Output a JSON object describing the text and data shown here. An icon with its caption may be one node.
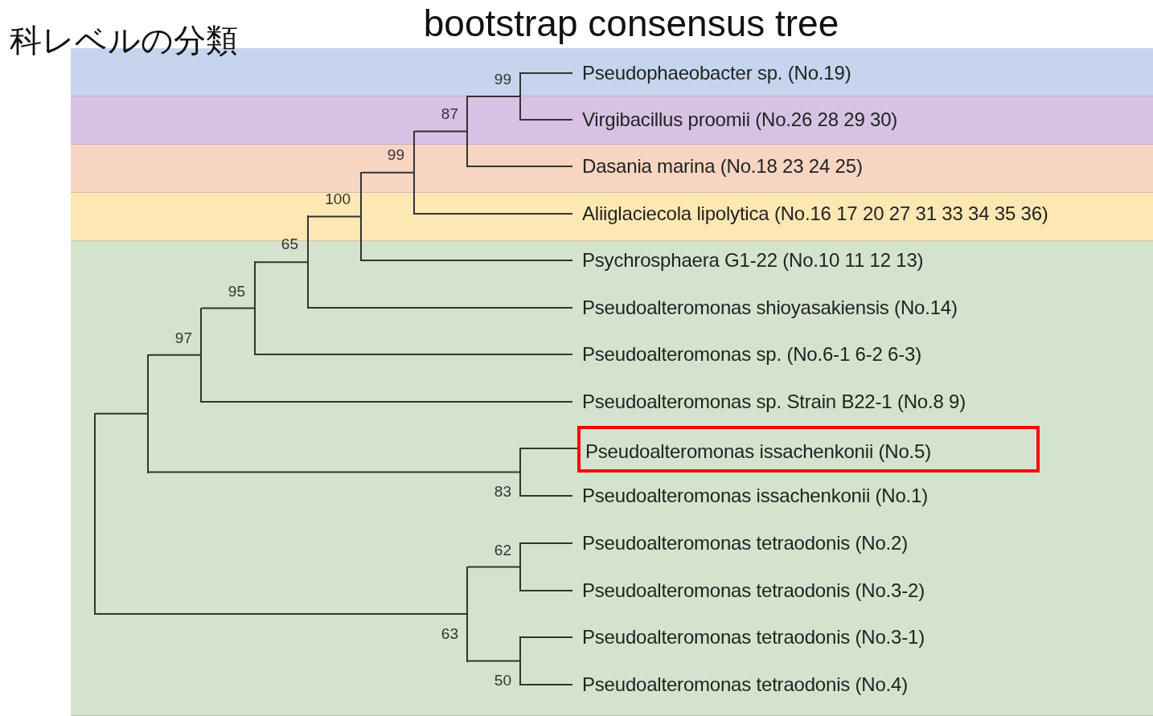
{
  "diagram": {
    "title": "bootstrap consensus tree",
    "nodes": [
      {
        "text": [],
        "shape": "band"
      },
      {
        "text": [],
        "shape": "band"
      },
      {
        "text": [],
        "shape": "band"
      },
      {
        "text": [],
        "shape": "band"
      },
      {
        "text": [],
        "shape": "band"
      },
      {
        "text": [],
        "shape": "box",
        "in": 4
      },
      {
        "text": [
          "Pseudophaeobacter sp. (No.19)"
        ],
        "in": 0
      },
      {
        "text": [
          "Virgibacillus proomii (No.26 28 29 30)"
        ],
        "in": 1
      },
      {
        "text": [
          "Dasania marina (No.18 23 24 25)"
        ],
        "in": 2
      },
      {
        "text": [
          "Aliiglaciecola lipolytica (No.16 17 20 27 31 33 34 35 36)"
        ],
        "in": 3
      },
      {
        "text": [
          "Psychrosphaera G1-22 (No.10 11 12 13)"
        ],
        "in": 4
      },
      {
        "text": [
          "Pseudoalteromonas shioyasakiensis (No.14)"
        ],
        "in": 4
      },
      {
        "text": [
          "Pseudoalteromonas sp. (No.6-1 6-2 6-3)"
        ],
        "in": 4
      },
      {
        "text": [
          "Pseudoalteromonas sp. Strain B22-1 (No.8 9)"
        ],
        "in": 4
      },
      {
        "text": [
          "Pseudoalteromonas issachenkonii (No.5)"
        ],
        "in": 5
      },
      {
        "text": [
          "Pseudoalteromonas issachenkonii (No.1)"
        ],
        "in": 4
      },
      {
        "text": [
          "Pseudoalteromonas tetraodonis (No.2)"
        ],
        "in": 4
      },
      {
        "text": [
          "Pseudoalteromonas tetraodonis (No.3-2)"
        ],
        "in": 4
      },
      {
        "text": [
          "Pseudoalteromonas tetraodonis (No.3-1)"
        ],
        "in": 4
      },
      {
        "text": [
          "Pseudoalteromonas tetraodonis (No.4)"
        ],
        "in": 4
      },
      {
        "text": [],
        "shape": "bar",
        "beside": [
          "99"
        ]
      },
      {
        "text": [],
        "shape": "bar",
        "beside": [
          "87"
        ]
      },
      {
        "text": [],
        "shape": "bar",
        "beside": [
          "99"
        ]
      },
      {
        "text": [],
        "shape": "bar",
        "beside": [
          "100"
        ]
      },
      {
        "text": [],
        "shape": "bar",
        "beside": [
          "65"
        ]
      },
      {
        "text": [],
        "shape": "bar",
        "beside": [
          "95"
        ],
        "in": 4
      },
      {
        "text": [],
        "shape": "bar",
        "beside": [
          "97"
        ],
        "in": 4
      },
      {
        "text": [],
        "shape": "bar",
        "beside": [
          "83"
        ],
        "in": 4
      },
      {
        "text": [],
        "shape": "bar",
        "in": 4
      },
      {
        "text": [],
        "shape": "bar",
        "beside": [
          "62"
        ],
        "in": 4
      },
      {
        "text": [],
        "shape": "bar",
        "beside": [
          "50"
        ],
        "in": 4
      },
      {
        "text": [],
        "shape": "bar",
        "beside": [
          "63"
        ],
        "in": 4
      },
      {
        "text": [],
        "shape": "bar",
        "in": 4
      }
    ],
    "edges": [
      {
        "from": 20,
        "to": 6,
        "arrow": "none"
      },
      {
        "from": 20,
        "to": 7,
        "arrow": "none"
      },
      {
        "from": 21,
        "to": 20,
        "arrow": "none"
      },
      {
        "from": 21,
        "to": 8,
        "arrow": "none"
      },
      {
        "from": 22,
        "to": 21,
        "arrow": "none"
      },
      {
        "from": 22,
        "to": 9,
        "arrow": "none"
      },
      {
        "from": 23,
        "to": 22,
        "arrow": "none"
      },
      {
        "from": 23,
        "to": 10,
        "arrow": "none"
      },
      {
        "from": 24,
        "to": 23,
        "arrow": "none"
      },
      {
        "from": 24,
        "to": 11,
        "arrow": "none"
      },
      {
        "from": 25,
        "to": 24,
        "arrow": "none"
      },
      {
        "from": 25,
        "to": 12,
        "arrow": "none"
      },
      {
        "from": 26,
        "to": 25,
        "arrow": "none"
      },
      {
        "from": 26,
        "to": 13,
        "arrow": "none"
      },
      {
        "from": 27,
        "to": 14,
        "arrow": "none"
      },
      {
        "from": 27,
        "to": 15,
        "arrow": "none"
      },
      {
        "from": 32,
        "to": 26,
        "arrow": "none"
      },
      {
        "from": 32,
        "to": 27,
        "arrow": "none"
      },
      {
        "from": 29,
        "to": 16,
        "arrow": "none"
      },
      {
        "from": 29,
        "to": 17,
        "arrow": "none"
      },
      {
        "from": 30,
        "to": 18,
        "arrow": "none"
      },
      {
        "from": 30,
        "to": 19,
        "arrow": "none"
      },
      {
        "from": 31,
        "to": 29,
        "arrow": "none"
      },
      {
        "from": 31,
        "to": 30,
        "arrow": "none"
      },
      {
        "from": 28,
        "to": 32,
        "arrow": "none"
      },
      {
        "from": 28,
        "to": 31,
        "arrow": "none"
      }
    ],
    "labels": [
      "科レベルの分類"
    ]
  }
}
